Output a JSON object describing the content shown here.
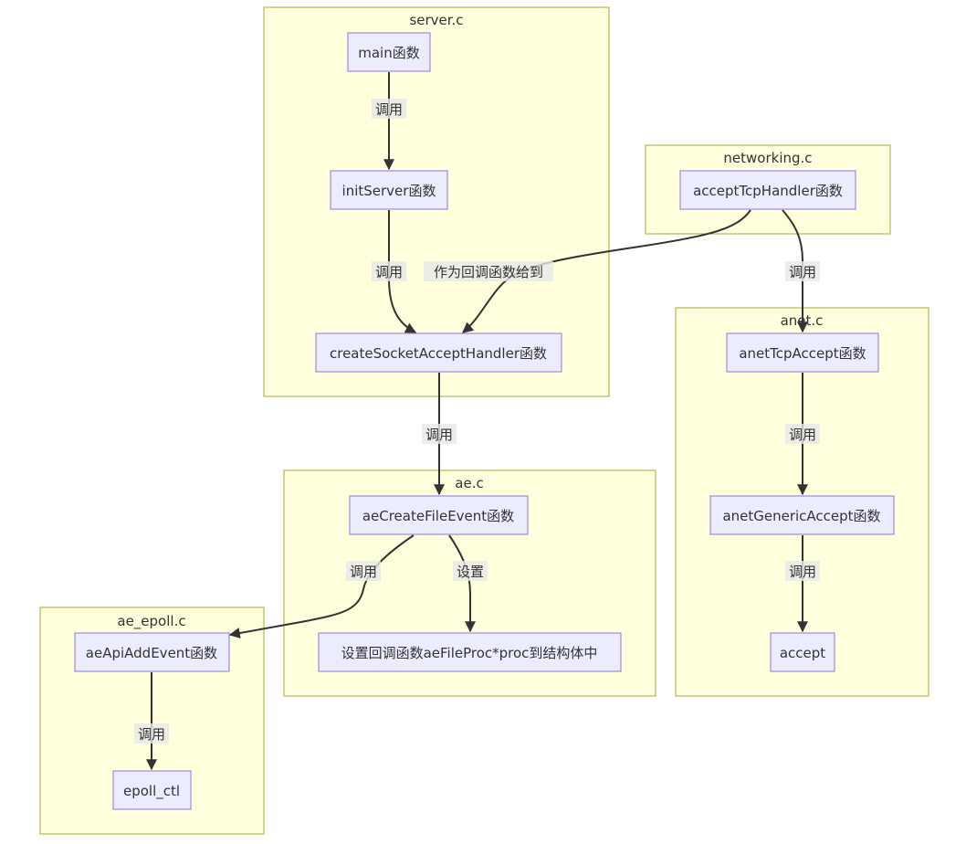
{
  "clusters": {
    "server": "server.c",
    "networking": "networking.c",
    "anet": "anet.c",
    "ae": "ae.c",
    "ae_epoll": "ae_epoll.c"
  },
  "nodes": {
    "main": "main函数",
    "initServer": "initServer函数",
    "createSocketAcceptHandler": "createSocketAcceptHandler函数",
    "acceptTcpHandler": "acceptTcpHandler函数",
    "anetTcpAccept": "anetTcpAccept函数",
    "anetGenericAccept": "anetGenericAccept函数",
    "accept": "accept",
    "aeCreateFileEvent": "aeCreateFileEvent函数",
    "setProc": "设置回调函数aeFileProc*proc到结构体中",
    "aeApiAddEvent": "aeApiAddEvent函数",
    "epoll_ctl": "epoll_ctl"
  },
  "edges": {
    "main_initServer": "调用",
    "initServer_create": "调用",
    "accept_create": "作为回调函数给到",
    "acceptTcp_anetTcp": "调用",
    "create_aeCreate": "调用",
    "anetTcp_anetGeneric": "调用",
    "anetGeneric_accept": "调用",
    "aeCreate_aeApi": "调用",
    "aeCreate_setProc": "设置",
    "aeApi_epoll": "调用"
  }
}
